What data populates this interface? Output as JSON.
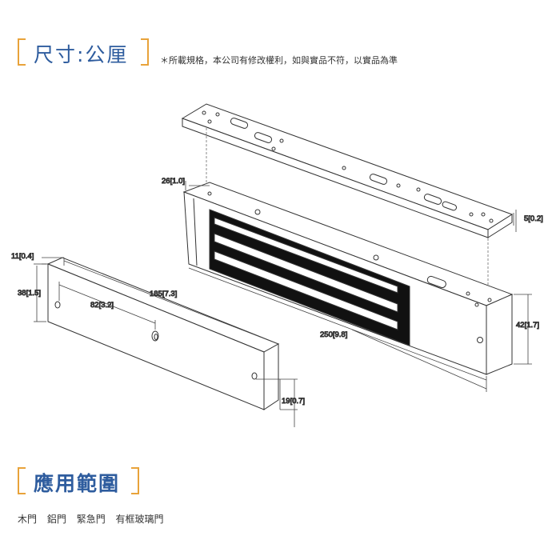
{
  "section1": {
    "title": "尺寸:公厘",
    "note": "＊所載規格，本公司有修改權利，如與實品不符，以實品為準"
  },
  "dimensions": {
    "d1": "26[1.0]",
    "d2": "5[0.2]",
    "d3": "11[0.4]",
    "d4": "38[1.5]",
    "d5": "185[7.3]",
    "d6": "82[3.2]",
    "d7": "250[9.8]",
    "d8": "42[1.7]",
    "d9": "19[0.7]"
  },
  "section2": {
    "title": "應用範圍",
    "items": [
      "木門",
      "鋁門",
      "緊急門",
      "有框玻璃門"
    ]
  },
  "colors": {
    "accent": "#e8a33a",
    "title": "#2e5c9e"
  }
}
